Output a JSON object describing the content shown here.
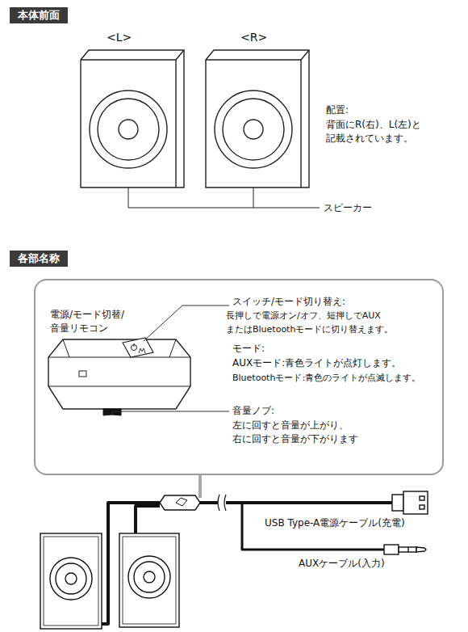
{
  "diagram": {
    "nodes": [
      {
        "text": [
          "本体前面"
        ]
      },
      {
        "text": [
          "各部名称"
        ]
      },
      {
        "text": [
          "電源/モード切替/ 音量リモコン",
          "スイッチ/モード切り替え:",
          "長押しで電源オン/オフ、短押しでAUX またはBluetoothモードに切り替えます。",
          "モード:",
          "AUXモード:青色ライトが点灯します。",
          "Bluetoothモード:青色のライトが点滅します。",
          "音量ノブ:",
          "左に回すと音量が上がり、 右に回すと音量が下がります"
        ]
      }
    ],
    "labels": [
      "<L>",
      "<R>",
      "配置:",
      "背面にR(右)、L(左)と 記載されています。",
      "スピーカー",
      "USB Type-A電源ケーブル(充電)",
      "AUXケーブル(入力)"
    ]
  }
}
